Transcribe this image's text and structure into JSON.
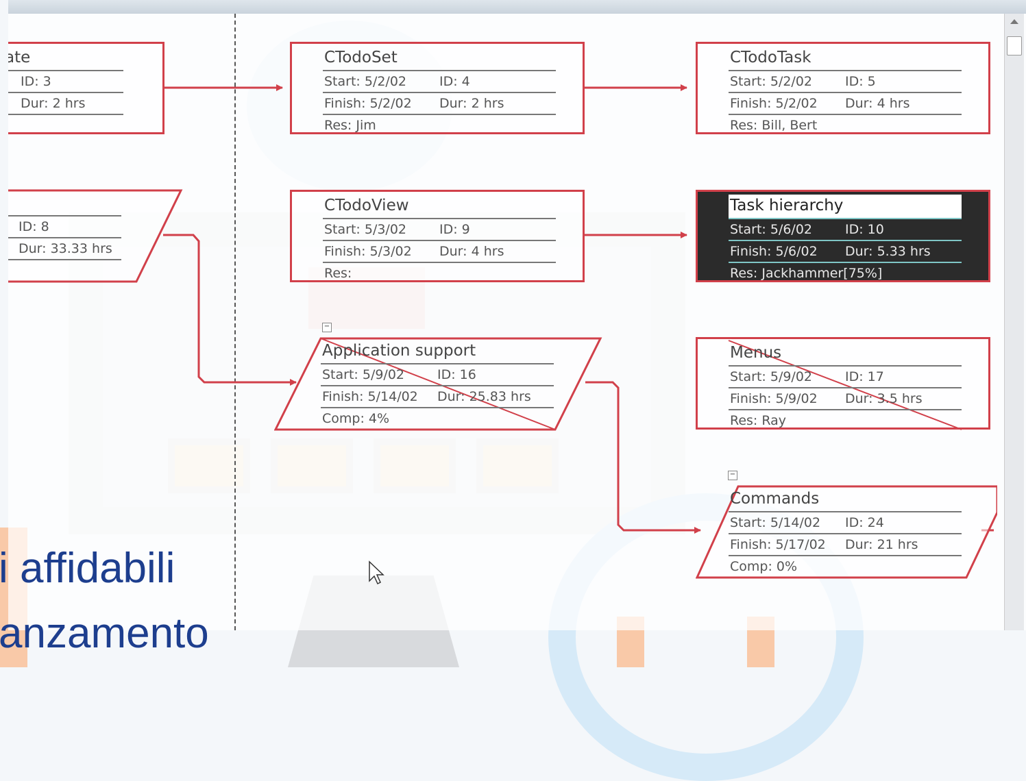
{
  "window": {
    "nodes": [
      {
        "key": "n3",
        "title": "ate",
        "rows": [
          {
            "left": "",
            "right": "ID:  3"
          },
          {
            "left": "",
            "right": "Dur: 2 hrs"
          }
        ]
      },
      {
        "key": "n4",
        "title": "CTodoSet",
        "rows": [
          {
            "left": "Start:  5/2/02",
            "right": "ID:  4"
          },
          {
            "left": "Finish: 5/2/02",
            "right": "Dur: 2 hrs"
          },
          {
            "left": "Res:    Jim",
            "right": ""
          }
        ]
      },
      {
        "key": "n5",
        "title": "CTodoTask",
        "rows": [
          {
            "left": "Start:  5/2/02",
            "right": "ID:  5"
          },
          {
            "left": "Finish: 5/2/02",
            "right": "Dur: 4 hrs"
          },
          {
            "left": "Res:   Bill, Bert",
            "right": ""
          }
        ]
      },
      {
        "key": "n8",
        "title": "",
        "rows": [
          {
            "left": "",
            "right": "ID:  8"
          },
          {
            "left": "",
            "right": "Dur: 33.33 hrs"
          }
        ]
      },
      {
        "key": "n9",
        "title": "CTodoView",
        "rows": [
          {
            "left": "Start:  5/3/02",
            "right": "ID:  9"
          },
          {
            "left": "Finish: 5/3/02",
            "right": "Dur: 4 hrs"
          },
          {
            "left": "Res:",
            "right": ""
          }
        ]
      },
      {
        "key": "n10",
        "title": "Task hierarchy",
        "rows": [
          {
            "left": "Start:  5/6/02",
            "right": "ID:  10"
          },
          {
            "left": "Finish: 5/6/02",
            "right": "Dur: 5.33 hrs"
          },
          {
            "left": "Res:   Jackhammer[75%]",
            "right": ""
          }
        ]
      },
      {
        "key": "n16",
        "title": "Application support",
        "rows": [
          {
            "left": "Start:  5/9/02",
            "right": "ID:  16"
          },
          {
            "left": "Finish: 5/14/02",
            "right": "Dur: 25.83 hrs"
          },
          {
            "left": "Comp: 4%",
            "right": ""
          }
        ]
      },
      {
        "key": "n17",
        "title": "Menus",
        "rows": [
          {
            "left": "Start:  5/9/02",
            "right": "ID:  17"
          },
          {
            "left": "Finish: 5/9/02",
            "right": "Dur: 3.5 hrs"
          },
          {
            "left": "Res:   Ray",
            "right": ""
          }
        ]
      },
      {
        "key": "n24",
        "title": "Commands",
        "rows": [
          {
            "left": "Start:  5/14/02",
            "right": "ID:  24"
          },
          {
            "left": "Finish: 5/17/02",
            "right": "Dur: 21 hrs"
          },
          {
            "left": "Comp: 0%",
            "right": ""
          }
        ]
      }
    ],
    "collapse_symbol": "−",
    "link_color": "#d1404a",
    "selected_node": "Task hierarchy"
  },
  "slide": {
    "line1": "i affidabili",
    "line2": "anzamento"
  },
  "icons": {
    "cursor": "arrow-cursor-icon",
    "scroll_up": "scroll-up-arrow-icon"
  }
}
